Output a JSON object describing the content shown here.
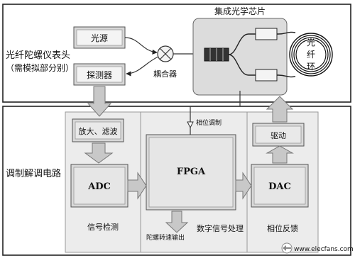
{
  "top_section": {
    "title_line1": "光纤陀螺仪表头",
    "title_line2": "（需模拟部分别）",
    "light_source": "光源",
    "detector": "探测器",
    "coupler": "耦合器",
    "chip_title": "集成光学芯片",
    "fiber_ring_chars": [
      "光",
      "纤",
      "环"
    ]
  },
  "bottom_section": {
    "title": "调制解调电路",
    "amp_filter": "放大、滤波",
    "adc": "ADC",
    "fpga": "FPGA",
    "dac": "DAC",
    "drive": "驱动",
    "phase_modulation": "相位调制",
    "gyro_output": "陀螺转速输出",
    "signal_detect": "信号检测",
    "digital_signal": "数字信号处理",
    "phase_feedback": "相位反馈"
  },
  "watermark": "www.elecfans.com",
  "colors": {
    "block_fill": "#d8d8d8",
    "panel_fill": "#ececec",
    "arrow_fill": "#c8c8c8",
    "line": "#333333"
  }
}
